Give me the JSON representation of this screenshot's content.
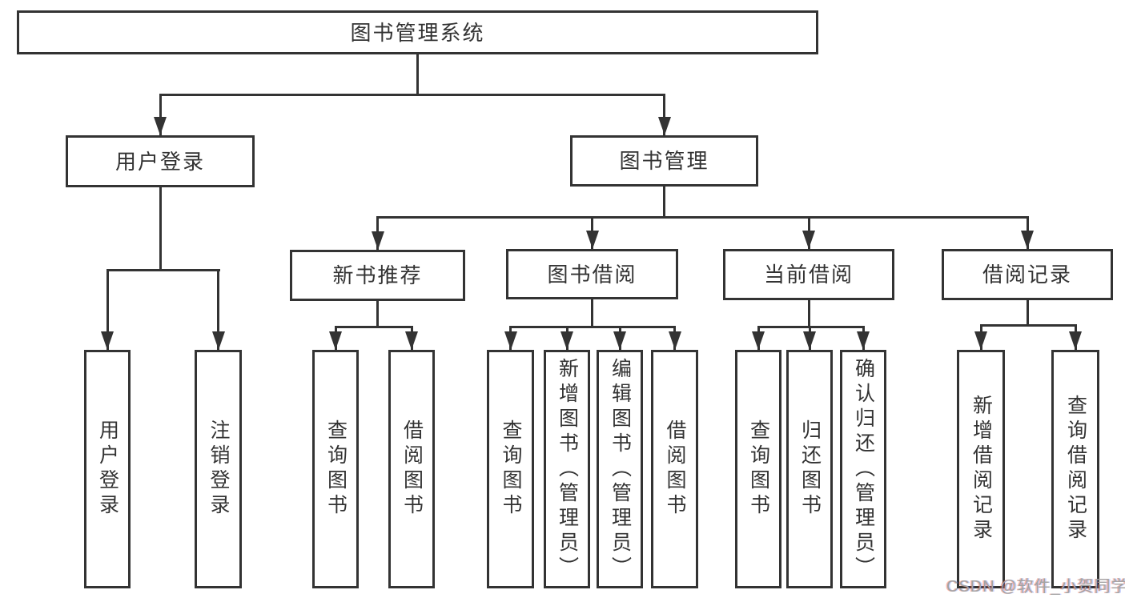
{
  "colors": {
    "line": "#333333",
    "text": "#333333",
    "background": "#ffffff",
    "watermark": "#a3a3a3"
  },
  "watermark": "CSDN @软件_小贺同学",
  "tree": {
    "root": {
      "label": "图书管理系统"
    },
    "user_login": {
      "label": "用户登录",
      "children": [
        {
          "label": "用户登录"
        },
        {
          "label": "注销登录"
        }
      ]
    },
    "book_mgmt": {
      "label": "图书管理"
    },
    "new_book_rec": {
      "label": "新书推荐",
      "children": [
        {
          "label": "查询图书"
        },
        {
          "label": "借阅图书"
        }
      ]
    },
    "book_borrow": {
      "label": "图书借阅",
      "children": [
        {
          "label": "查询图书"
        },
        {
          "label": "新增图书（管理员）"
        },
        {
          "label": "编辑图书（管理员）"
        },
        {
          "label": "借阅图书"
        }
      ]
    },
    "current_borrow": {
      "label": "当前借阅",
      "children": [
        {
          "label": "查询图书"
        },
        {
          "label": "归还图书"
        },
        {
          "label": "确认归还（管理员）"
        }
      ]
    },
    "borrow_records": {
      "label": "借阅记录",
      "children": [
        {
          "label": "新增借阅记录"
        },
        {
          "label": "查询借阅记录"
        }
      ]
    }
  }
}
